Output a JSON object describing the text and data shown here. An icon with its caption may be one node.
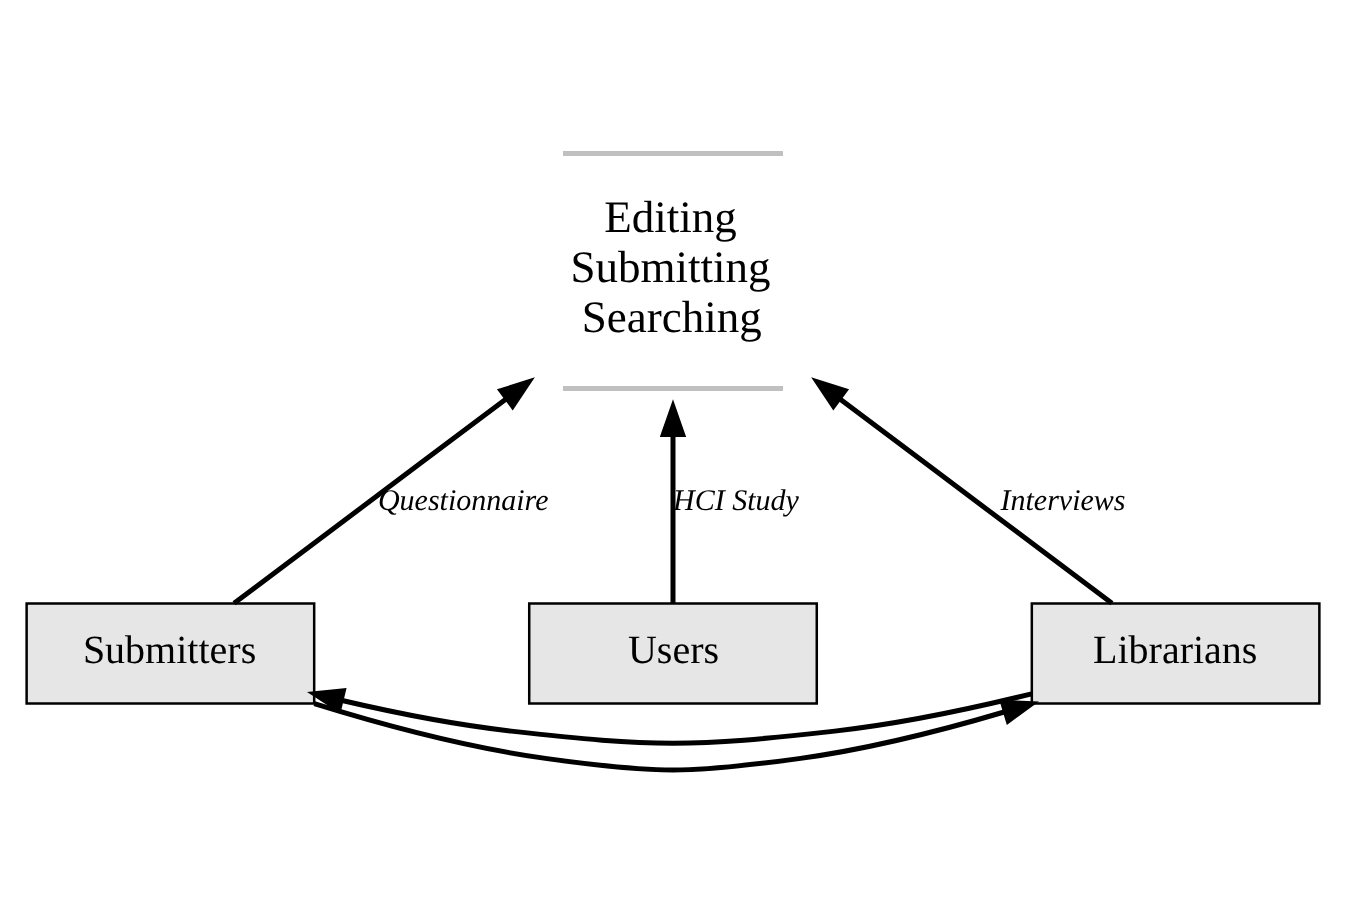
{
  "diagram": {
    "nodes": [
      {
        "text": [
          "Editing",
          "Submitting",
          "Searching"
        ]
      },
      {
        "text": [
          "Submitters"
        ]
      },
      {
        "text": [
          "Users"
        ]
      },
      {
        "text": [
          "Librarians"
        ]
      }
    ],
    "edges": [
      {
        "from": 1,
        "to": 0,
        "arrow": "to",
        "label": "Questionnaire"
      },
      {
        "from": 2,
        "to": 0,
        "arrow": "to",
        "label": "HCI Study"
      },
      {
        "from": 3,
        "to": 0,
        "arrow": "to",
        "label": "Interviews"
      },
      {
        "from": 3,
        "to": 1,
        "arrow": "to"
      },
      {
        "from": 1,
        "to": 3,
        "arrow": "to"
      }
    ]
  }
}
